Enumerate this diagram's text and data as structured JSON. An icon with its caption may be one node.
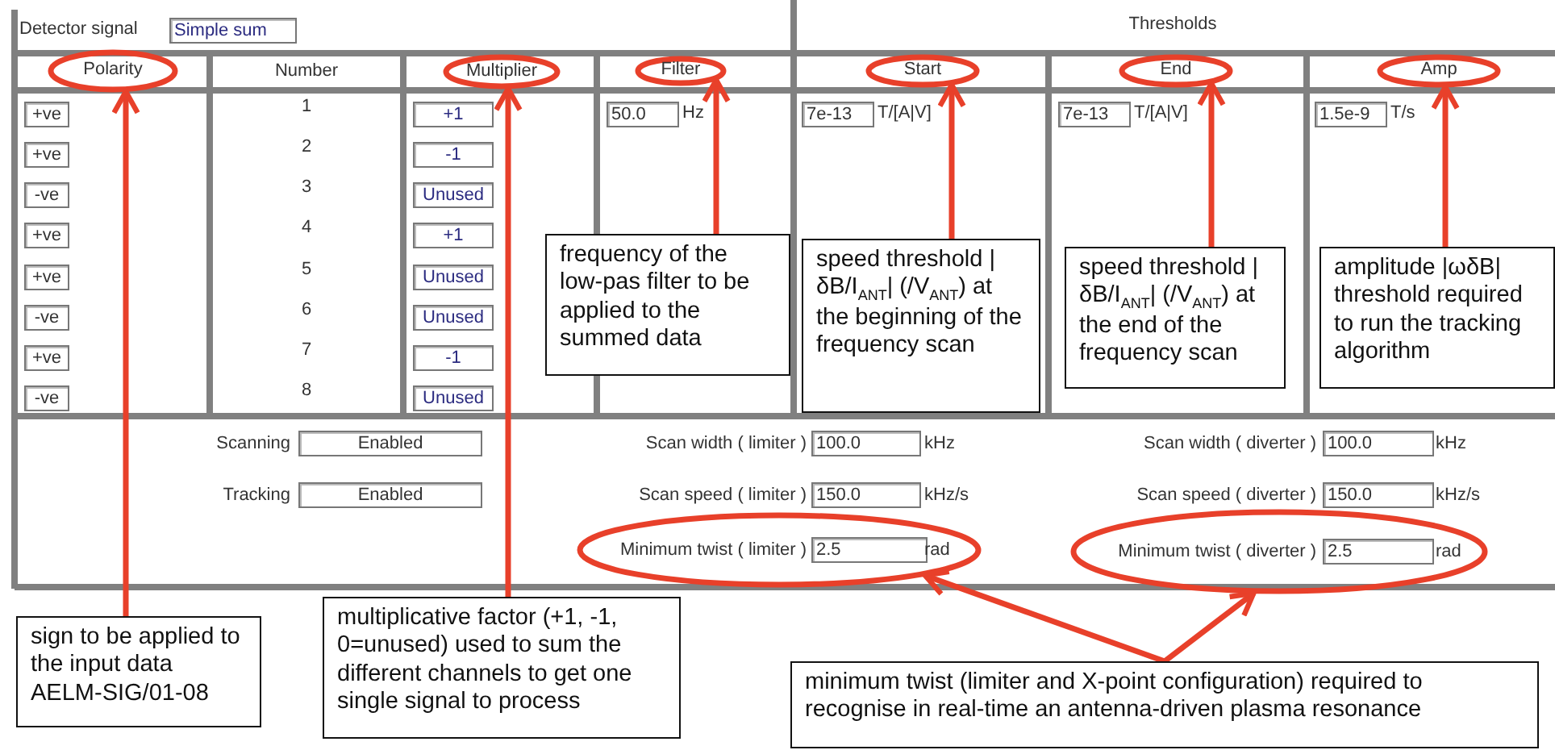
{
  "diagram": {
    "nodes": [
      {
        "text": [
          "Polarity"
        ]
      },
      {
        "text": [
          "Multiplier"
        ]
      },
      {
        "text": [
          "Filter"
        ]
      },
      {
        "text": [
          "Start"
        ]
      },
      {
        "text": [
          "End"
        ]
      },
      {
        "text": [
          "Amp"
        ]
      },
      {
        "text": [
          "Minimum twist ( limiter )",
          "2.5",
          "rad"
        ]
      },
      {
        "text": [
          "Minimum twist ( diverter )",
          "2.5",
          "rad"
        ]
      },
      {
        "text": [
          "sign to be applied to the input data AELM-SIG/01-08"
        ]
      },
      {
        "text": [
          "multiplicative factor (+1, -1, 0=unused) used to sum the different channels to get one single signal to process"
        ]
      },
      {
        "text": [
          "frequency of the low-pas filter to be applied to the summed data"
        ]
      },
      {
        "text": [
          "speed threshold |δB/I$_{ANT}$| (/V$_{ANT}$) at the beginning of the frequency scan"
        ]
      },
      {
        "text": [
          "speed threshold |δB/I$_{ANT}$| (/V$_{ANT}$) at the end of the frequency scan"
        ]
      },
      {
        "text": [
          "amplitude |ωδB| threshold required to run the tracking algorithm"
        ]
      },
      {
        "text": [
          "minimum twist (limiter and X-point configuration) required to recognise in real-time an antenna-driven plasma resonance"
        ]
      }
    ],
    "edges": [
      {
        "from": 8,
        "to": 0,
        "arrow": "to"
      },
      {
        "from": 9,
        "to": 1,
        "arrow": "to"
      },
      {
        "from": 10,
        "to": 2,
        "arrow": "to"
      },
      {
        "from": 11,
        "to": 3,
        "arrow": "to"
      },
      {
        "from": 12,
        "to": 4,
        "arrow": "to"
      },
      {
        "from": 13,
        "to": 5,
        "arrow": "to"
      },
      {
        "from": 14,
        "to": 6,
        "arrow": "to"
      },
      {
        "from": 14,
        "to": 7,
        "arrow": "to"
      }
    ],
    "labels": [
      "Detector signal",
      "Simple sum",
      "Thresholds",
      "Number",
      "+ve",
      "1",
      "+1",
      "50.0",
      "Hz",
      "7e-13",
      "T/[A|V]",
      "7e-13",
      "T/[A|V]",
      "1.5e-9",
      "T/s",
      "+ve",
      "2",
      "-1",
      "-ve",
      "3",
      "Unused",
      "+ve",
      "4",
      "+1",
      "+ve",
      "5",
      "Unused",
      "-ve",
      "6",
      "Unused",
      "+ve",
      "7",
      "-1",
      "-ve",
      "8",
      "Unused",
      "Scanning",
      "Enabled",
      "Scan width ( limiter )",
      "100.0",
      "kHz",
      "Scan width ( diverter )",
      "100.0",
      "kHz",
      "Tracking",
      "Enabled",
      "Scan speed ( limiter )",
      "150.0",
      "kHz/s",
      "Scan speed ( diverter )",
      "150.0",
      "kHz/s"
    ]
  }
}
